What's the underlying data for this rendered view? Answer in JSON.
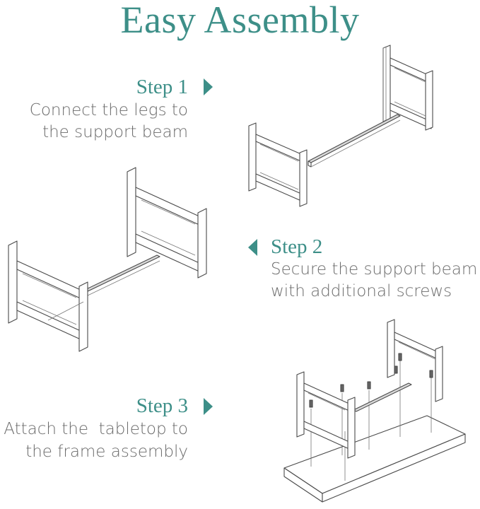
{
  "title": "Easy Assembly",
  "steps": [
    {
      "heading": "Step 1",
      "line1": "Connect the legs to",
      "line2": "the support beam",
      "arrow": "arrow-right-icon"
    },
    {
      "heading": "Step 2",
      "line1": "Secure the support beam",
      "line2": "with additional screws",
      "arrow": "arrow-left-icon"
    },
    {
      "heading": "Step 3",
      "line1": "Attach the  tabletop to",
      "line2": "the frame assembly",
      "arrow": "arrow-right-icon"
    }
  ],
  "colors": {
    "accent": "#3d8f88",
    "text": "#6b6b6b",
    "line": "#4a4a4a"
  }
}
